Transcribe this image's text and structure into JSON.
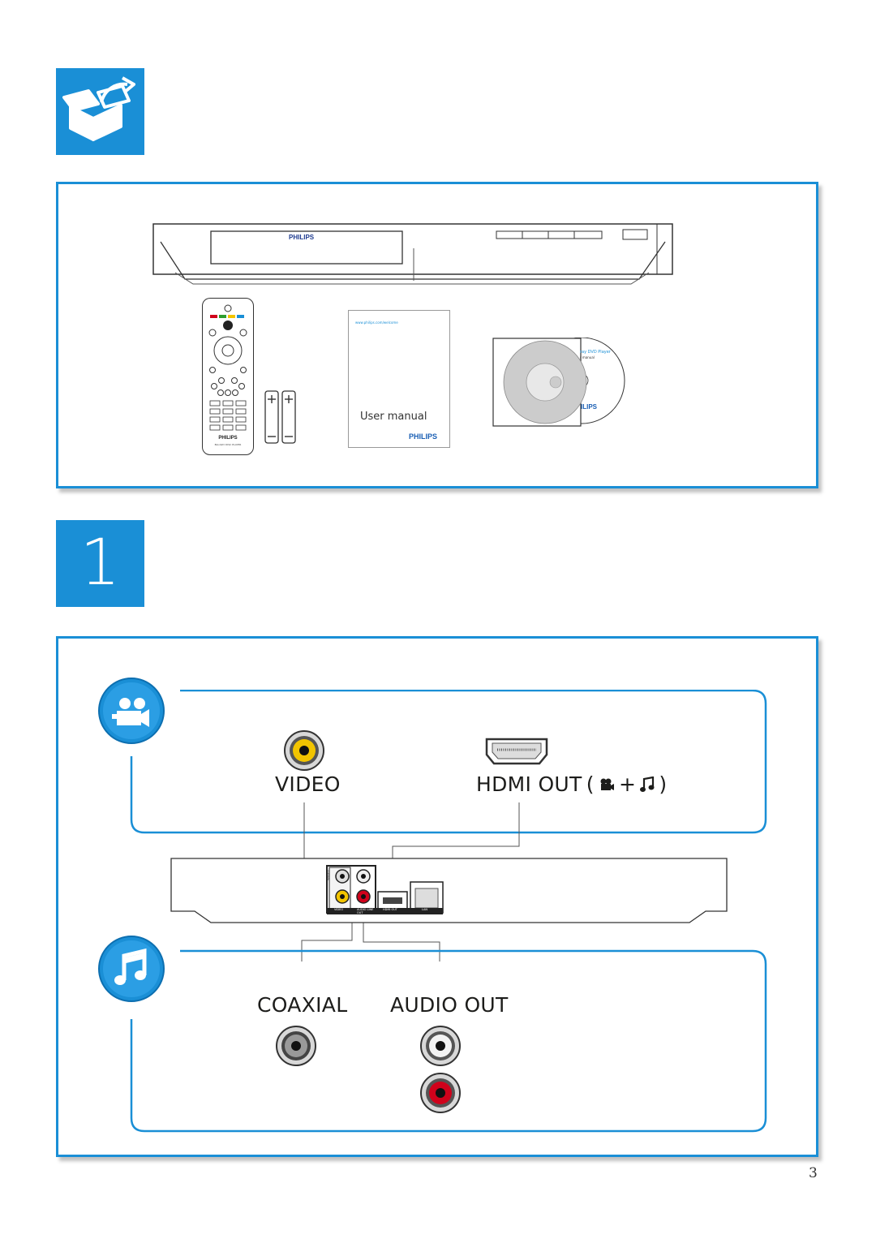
{
  "accessories_panel": {
    "player_brand": "PHILIPS",
    "remote_brand": "PHILIPS",
    "remote_model": "BLU-RAY DISC PLAYER",
    "manual_title": "User manual",
    "manual_brand": "PHILIPS",
    "manual_url": "www.philips.com/welcome",
    "disc_title": "ray DVD Player",
    "disc_subtitle": "r manual",
    "disc_brand": "ILIPS"
  },
  "step": {
    "number": "1"
  },
  "video_section": {
    "video_label": "VIDEO",
    "hdmi_label": "HDMI OUT",
    "hdmi_paren_open": "(",
    "hdmi_plus": "+",
    "hdmi_paren_close": ")"
  },
  "rear_panel": {
    "labels": [
      "VIDEO",
      "AUDIO LINE OUT",
      "HDMI OUT",
      "LAN"
    ],
    "coax_label": "COAXIAL"
  },
  "audio_section": {
    "coaxial_label": "COAXIAL",
    "audio_out_label": "AUDIO OUT"
  },
  "page_number": "3",
  "colors": {
    "accent": "#1a8fd6",
    "jack_yellow": "#f2c400",
    "jack_red": "#d0021b"
  }
}
